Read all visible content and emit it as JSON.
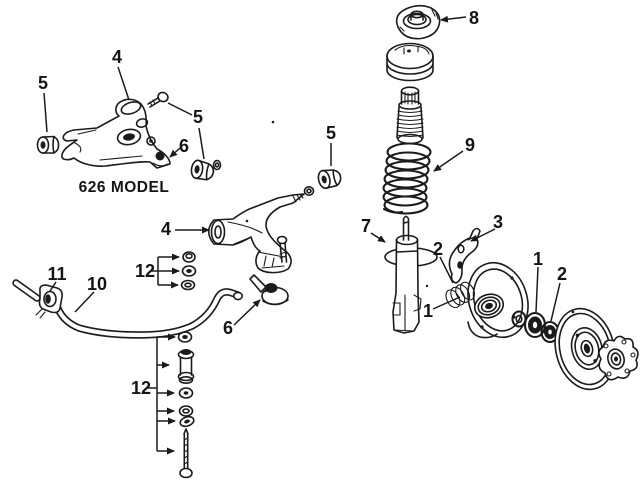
{
  "diagram": {
    "model_label": "626 MODEL",
    "callouts": {
      "upper_control_arm": "4",
      "front_bushing": "5",
      "upper_rear_bushing": "5",
      "upper_ball_joint": "6",
      "lower_control_arm": "4",
      "lower_arm_bushing": "5",
      "lower_ball_joint": "6",
      "upper_washer_kit": "12",
      "lower_link_kit": "12",
      "stabilizer_clamp": "11",
      "stabilizer_bar": "10",
      "strut_mount": "8",
      "coil_spring": "9",
      "strut": "7",
      "knuckle_seal": "2",
      "steering_knuckle": "3",
      "inner_bearing": "1",
      "wheel_bearing": "1",
      "outer_seal": "2"
    },
    "colors": {
      "ink": "#1b1b1b",
      "background": "#ffffff"
    }
  }
}
